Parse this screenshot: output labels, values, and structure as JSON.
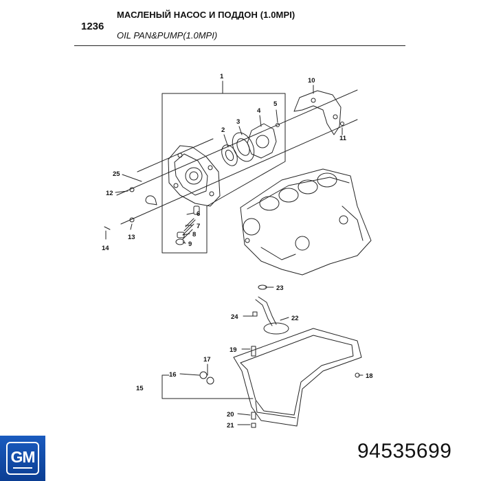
{
  "header": {
    "section_number": "1236",
    "title_ru": "МАСЛЕНЫЙ НАСОС И ПОДДОН (1.0MPI)",
    "title_en": "OIL PAN&PUMP(1.0MPI)"
  },
  "callouts": [
    "1",
    "2",
    "3",
    "4",
    "5",
    "6",
    "7",
    "8",
    "9",
    "10",
    "11",
    "12",
    "13",
    "14",
    "15",
    "16",
    "17",
    "18",
    "19",
    "20",
    "21",
    "22",
    "23",
    "24",
    "25"
  ],
  "logo": {
    "text": "GM",
    "color": "#1a5bbf"
  },
  "part_number": "94535699"
}
